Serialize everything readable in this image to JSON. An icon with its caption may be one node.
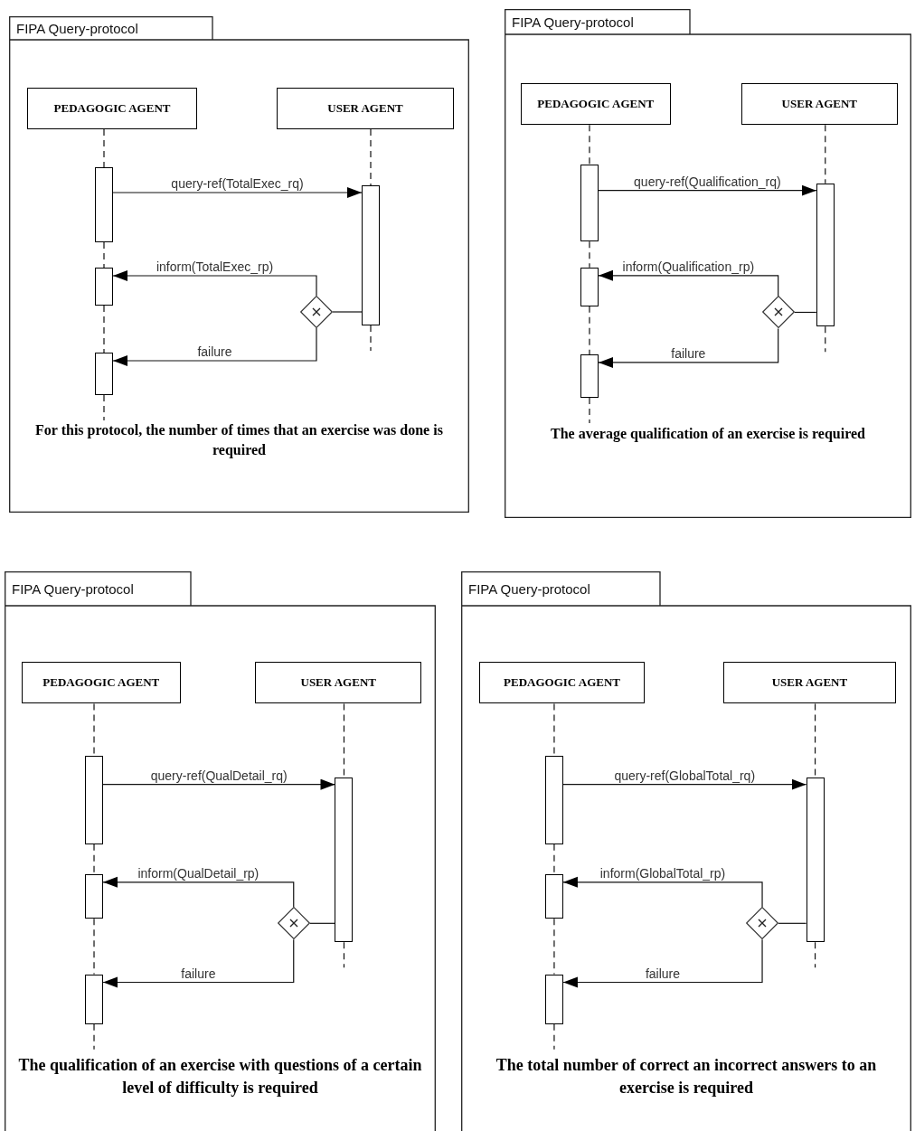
{
  "diagram": {
    "nodes": [
      {
        "text": [
          "FIPA Query-protocol",
          "For this protocol, the number of times that an exercise was done is required"
        ]
      },
      {
        "text": [
          "PEDAGOGIC AGENT"
        ],
        "in": 0
      },
      {
        "text": [
          "USER AGENT"
        ],
        "in": 0
      },
      {
        "text": [],
        "shape": "bar",
        "in": 0
      },
      {
        "text": [],
        "shape": "bar",
        "in": 0
      },
      {
        "text": [],
        "shape": "bar",
        "in": 0
      },
      {
        "text": [],
        "shape": "bar",
        "in": 0
      },
      {
        "text": [],
        "shape": "diamond",
        "in": 0
      },
      {
        "text": [
          "FIPA Query-protocol",
          "The average qualification of an exercise is required"
        ]
      },
      {
        "text": [
          "PEDAGOGIC AGENT"
        ],
        "in": 8
      },
      {
        "text": [
          "USER AGENT"
        ],
        "in": 8
      },
      {
        "text": [],
        "shape": "bar",
        "in": 8
      },
      {
        "text": [],
        "shape": "bar",
        "in": 8
      },
      {
        "text": [],
        "shape": "bar",
        "in": 8
      },
      {
        "text": [],
        "shape": "bar",
        "in": 8
      },
      {
        "text": [],
        "shape": "diamond",
        "in": 8
      },
      {
        "text": [
          "FIPA Query-protocol",
          "The qualification of an exercise with questions of a certain level of difficulty is required"
        ]
      },
      {
        "text": [
          "PEDAGOGIC AGENT"
        ],
        "in": 16
      },
      {
        "text": [
          "USER AGENT"
        ],
        "in": 16
      },
      {
        "text": [],
        "shape": "bar",
        "in": 16
      },
      {
        "text": [],
        "shape": "bar",
        "in": 16
      },
      {
        "text": [],
        "shape": "bar",
        "in": 16
      },
      {
        "text": [],
        "shape": "bar",
        "in": 16
      },
      {
        "text": [],
        "shape": "diamond",
        "in": 16
      },
      {
        "text": [
          "FIPA Query-protocol",
          "The total number of correct an incorrect answers to an exercise is required"
        ]
      },
      {
        "text": [
          "PEDAGOGIC AGENT"
        ],
        "in": 24
      },
      {
        "text": [
          "USER AGENT"
        ],
        "in": 24
      },
      {
        "text": [],
        "shape": "bar",
        "in": 24
      },
      {
        "text": [],
        "shape": "bar",
        "in": 24
      },
      {
        "text": [],
        "shape": "bar",
        "in": 24
      },
      {
        "text": [],
        "shape": "bar",
        "in": 24
      },
      {
        "text": [],
        "shape": "diamond",
        "in": 24
      }
    ],
    "edges": [
      {
        "from": 1,
        "to": 3,
        "arrow": "none",
        "style": "dashed"
      },
      {
        "from": 3,
        "to": 4,
        "arrow": "none",
        "style": "dashed"
      },
      {
        "from": 4,
        "to": 5,
        "arrow": "none",
        "style": "dashed"
      },
      {
        "from": 5,
        "to": null,
        "arrow": "none",
        "style": "dashed"
      },
      {
        "from": 2,
        "to": 6,
        "arrow": "none",
        "style": "dashed"
      },
      {
        "from": 6,
        "to": null,
        "arrow": "none",
        "style": "dashed"
      },
      {
        "from": 3,
        "to": 6,
        "arrow": "to",
        "label": "query-ref(TotalExec_rq)"
      },
      {
        "from": 6,
        "to": 7,
        "arrow": "none"
      },
      {
        "from": 7,
        "to": 4,
        "arrow": "to",
        "label": "inform(TotalExec_rp)"
      },
      {
        "from": 7,
        "to": 5,
        "arrow": "to",
        "label": "failure"
      },
      {
        "from": 9,
        "to": 11,
        "arrow": "none",
        "style": "dashed"
      },
      {
        "from": 11,
        "to": 12,
        "arrow": "none",
        "style": "dashed"
      },
      {
        "from": 12,
        "to": 13,
        "arrow": "none",
        "style": "dashed"
      },
      {
        "from": 13,
        "to": null,
        "arrow": "none",
        "style": "dashed"
      },
      {
        "from": 10,
        "to": 14,
        "arrow": "none",
        "style": "dashed"
      },
      {
        "from": 14,
        "to": null,
        "arrow": "none",
        "style": "dashed"
      },
      {
        "from": 11,
        "to": 14,
        "arrow": "to",
        "label": "query-ref(Qualification_rq)"
      },
      {
        "from": 14,
        "to": 15,
        "arrow": "none"
      },
      {
        "from": 15,
        "to": 12,
        "arrow": "to",
        "label": "inform(Qualification_rp)"
      },
      {
        "from": 15,
        "to": 13,
        "arrow": "to",
        "label": "failure"
      },
      {
        "from": 17,
        "to": 19,
        "arrow": "none",
        "style": "dashed"
      },
      {
        "from": 19,
        "to": 20,
        "arrow": "none",
        "style": "dashed"
      },
      {
        "from": 20,
        "to": 21,
        "arrow": "none",
        "style": "dashed"
      },
      {
        "from": 21,
        "to": null,
        "arrow": "none",
        "style": "dashed"
      },
      {
        "from": 18,
        "to": 22,
        "arrow": "none",
        "style": "dashed"
      },
      {
        "from": 22,
        "to": null,
        "arrow": "none",
        "style": "dashed"
      },
      {
        "from": 19,
        "to": 22,
        "arrow": "to",
        "label": "query-ref(QualDetail_rq)"
      },
      {
        "from": 22,
        "to": 23,
        "arrow": "none"
      },
      {
        "from": 23,
        "to": 20,
        "arrow": "to",
        "label": "inform(QualDetail_rp)"
      },
      {
        "from": 23,
        "to": 21,
        "arrow": "to",
        "label": "failure"
      },
      {
        "from": 25,
        "to": 27,
        "arrow": "none",
        "style": "dashed"
      },
      {
        "from": 27,
        "to": 28,
        "arrow": "none",
        "style": "dashed"
      },
      {
        "from": 28,
        "to": 29,
        "arrow": "none",
        "style": "dashed"
      },
      {
        "from": 29,
        "to": null,
        "arrow": "none",
        "style": "dashed"
      },
      {
        "from": 26,
        "to": 30,
        "arrow": "none",
        "style": "dashed"
      },
      {
        "from": 30,
        "to": null,
        "arrow": "none",
        "style": "dashed"
      },
      {
        "from": 27,
        "to": 30,
        "arrow": "to",
        "label": "query-ref(GlobalTotal_rq)"
      },
      {
        "from": 30,
        "to": 31,
        "arrow": "none"
      },
      {
        "from": 31,
        "to": 28,
        "arrow": "to",
        "label": "inform(GlobalTotal_rp)"
      },
      {
        "from": 31,
        "to": 29,
        "arrow": "to",
        "label": "failure"
      }
    ]
  }
}
